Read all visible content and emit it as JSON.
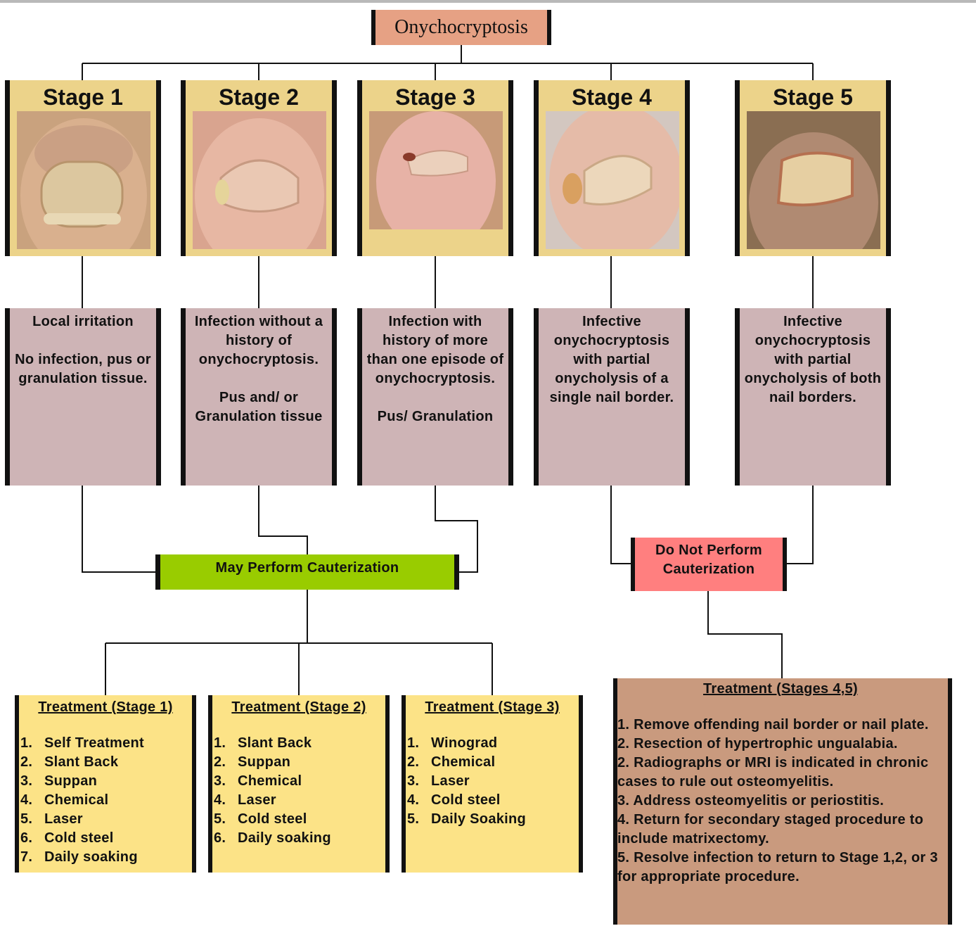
{
  "root": {
    "label": "Onychocryptosis"
  },
  "stages": [
    {
      "title": "Stage 1",
      "photo_icon": "toe-nail-photo",
      "desc": [
        "Local irritation",
        "No infection, pus or granulation tissue."
      ]
    },
    {
      "title": "Stage 2",
      "photo_icon": "toe-nail-photo",
      "desc": [
        "Infection without a history of onychocryptosis.",
        "Pus and/ or Granulation tissue"
      ]
    },
    {
      "title": "Stage 3",
      "photo_icon": "toe-nail-photo",
      "desc": [
        "Infection with history of more than one episode of onychocryptosis.",
        "Pus/ Granulation"
      ]
    },
    {
      "title": "Stage 4",
      "photo_icon": "toe-nail-photo",
      "desc": [
        "Infective onychocryptosis with partial onycholysis of a single nail border."
      ]
    },
    {
      "title": "Stage 5",
      "photo_icon": "toe-nail-photo",
      "desc": [
        "Infective onychocryptosis with partial onycholysis of both nail borders."
      ]
    }
  ],
  "may_perform": {
    "label": "May Perform Cauterization"
  },
  "do_not_perform": {
    "label": "Do Not Perform Cauterization"
  },
  "treatments": [
    {
      "title": "Treatment (Stage 1)",
      "items": [
        "Self Treatment",
        "Slant Back",
        "Suppan",
        "Chemical",
        "Laser",
        "Cold steel",
        "Daily soaking"
      ]
    },
    {
      "title": "Treatment (Stage 2)",
      "items": [
        "Slant Back",
        "Suppan",
        "Chemical",
        "Laser",
        "Cold steel",
        "Daily soaking"
      ]
    },
    {
      "title": "Treatment (Stage 3)",
      "items": [
        "Winograd",
        "Chemical",
        "Laser",
        "Cold steel",
        "Daily Soaking"
      ]
    }
  ],
  "treatment_45": {
    "title": "Treatment (Stages 4,5)",
    "items": [
      "1.  Remove offending nail border or nail plate.",
      "2.  Resection of hypertrophic ungualabia.",
      "2.  Radiographs or MRI is indicated in chronic  cases to rule out osteomyelitis.",
      "3.  Address osteomyelitis or periostitis.",
      "4.  Return for secondary staged procedure to include matrixectomy.",
      "5.  Resolve infection to return to Stage 1,2, or 3 for appropriate procedure."
    ]
  },
  "colors": {
    "root": "#e6a184",
    "stage": "#ecd38a",
    "desc": "#ceb4b6",
    "may": "#99cc00",
    "donot": "#ff7f7f",
    "treat": "#fce387",
    "treat45": "#c99a7e"
  }
}
